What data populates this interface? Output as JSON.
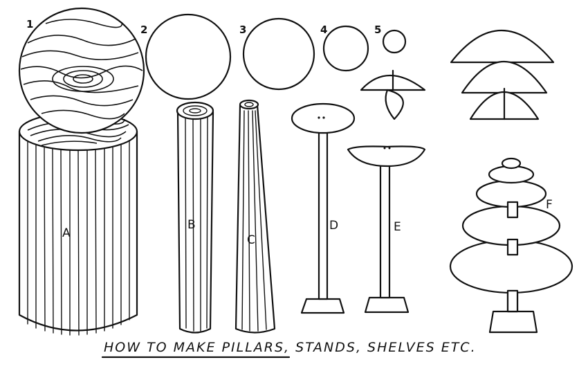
{
  "figure": {
    "caption": "HOW TO MAKE PILLARS, STANDS, SHELVES ETC.",
    "numbers": [
      "1",
      "2",
      "3",
      "4",
      "5"
    ],
    "labels": {
      "a": "A",
      "b": "B",
      "c": "C",
      "d": "D",
      "e": "E",
      "f": "F"
    }
  }
}
